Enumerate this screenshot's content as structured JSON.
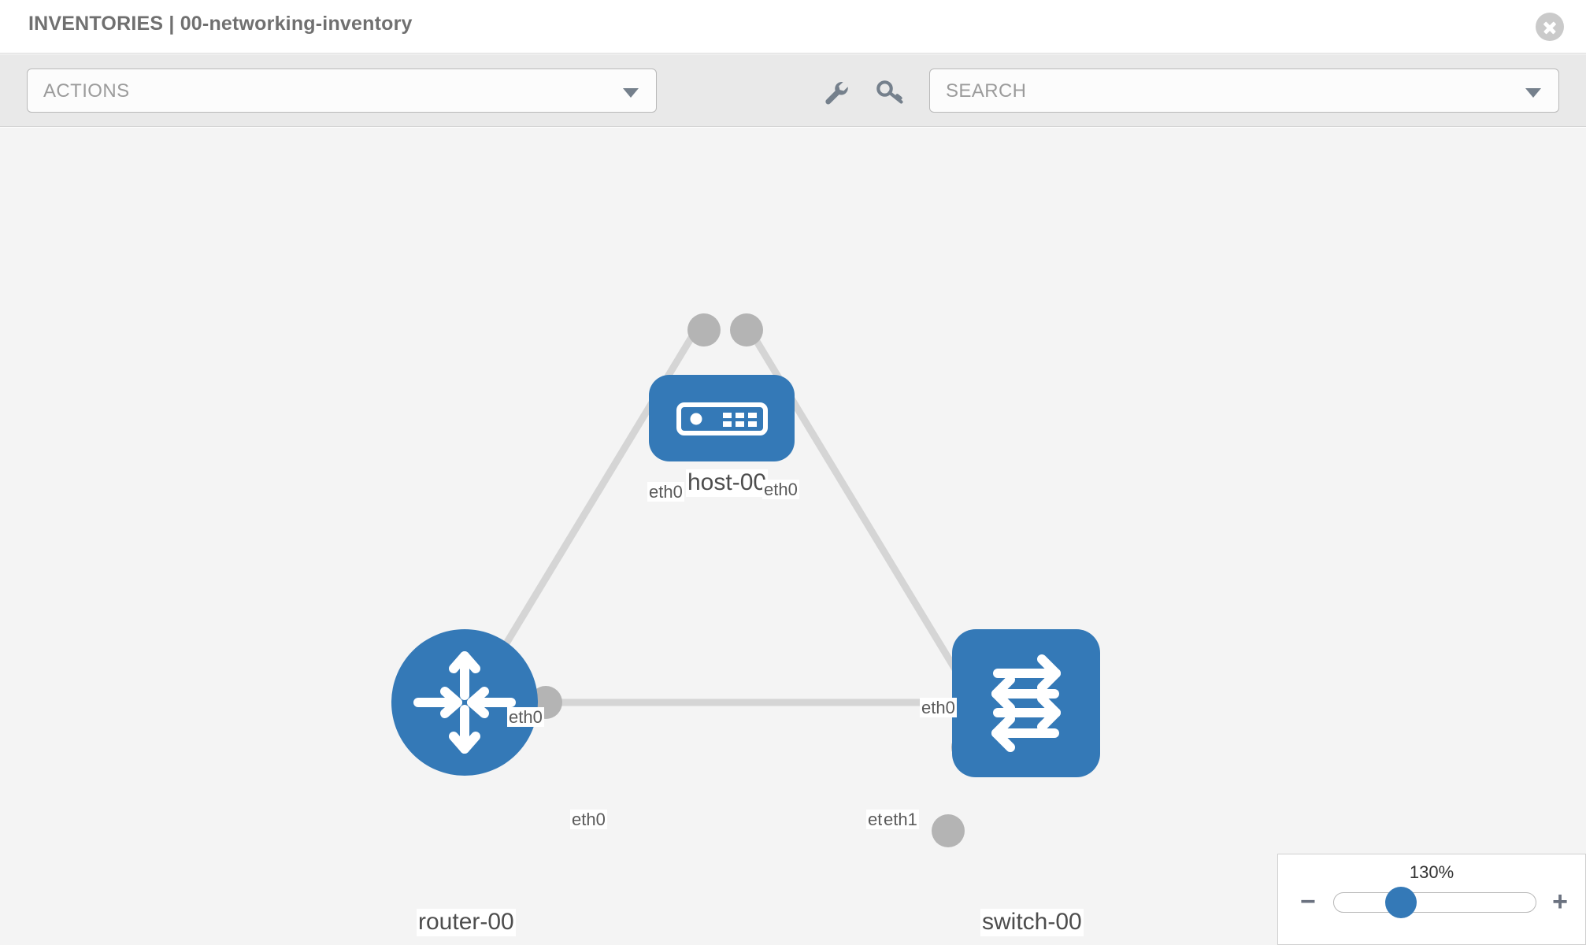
{
  "header": {
    "title": "INVENTORIES | 00-networking-inventory",
    "close_icon": "close-circle-icon"
  },
  "toolbar": {
    "actions_label": "ACTIONS",
    "actions_caret_icon": "chevron-down-icon",
    "wrench_icon": "wrench-icon",
    "key_icon": "key-icon",
    "search_placeholder": "SEARCH",
    "search_caret_icon": "chevron-down-icon"
  },
  "topology": {
    "nodes": [
      {
        "id": "host-00",
        "label": "host-00",
        "type": "host",
        "icon": "server-icon",
        "color": "#3479b7"
      },
      {
        "id": "router-00",
        "label": "router-00",
        "type": "router",
        "icon": "router-arrows-icon",
        "color": "#3479b7"
      },
      {
        "id": "switch-00",
        "label": "switch-00",
        "type": "switch",
        "icon": "switch-arrows-icon",
        "color": "#3479b7"
      }
    ],
    "interfaces": {
      "host_left": "eth0",
      "host_right": "eth0",
      "router_up": "eth0",
      "switch_up": "eth0",
      "router_right": "eth0",
      "switch_left_a": "eth0",
      "switch_left_b": "eth1"
    },
    "link_color": "#d5d5d5",
    "port_color": "#b4b4b4"
  },
  "zoom_control": {
    "value": "130%",
    "minus_icon": "minus-icon",
    "plus_icon": "plus-icon"
  }
}
